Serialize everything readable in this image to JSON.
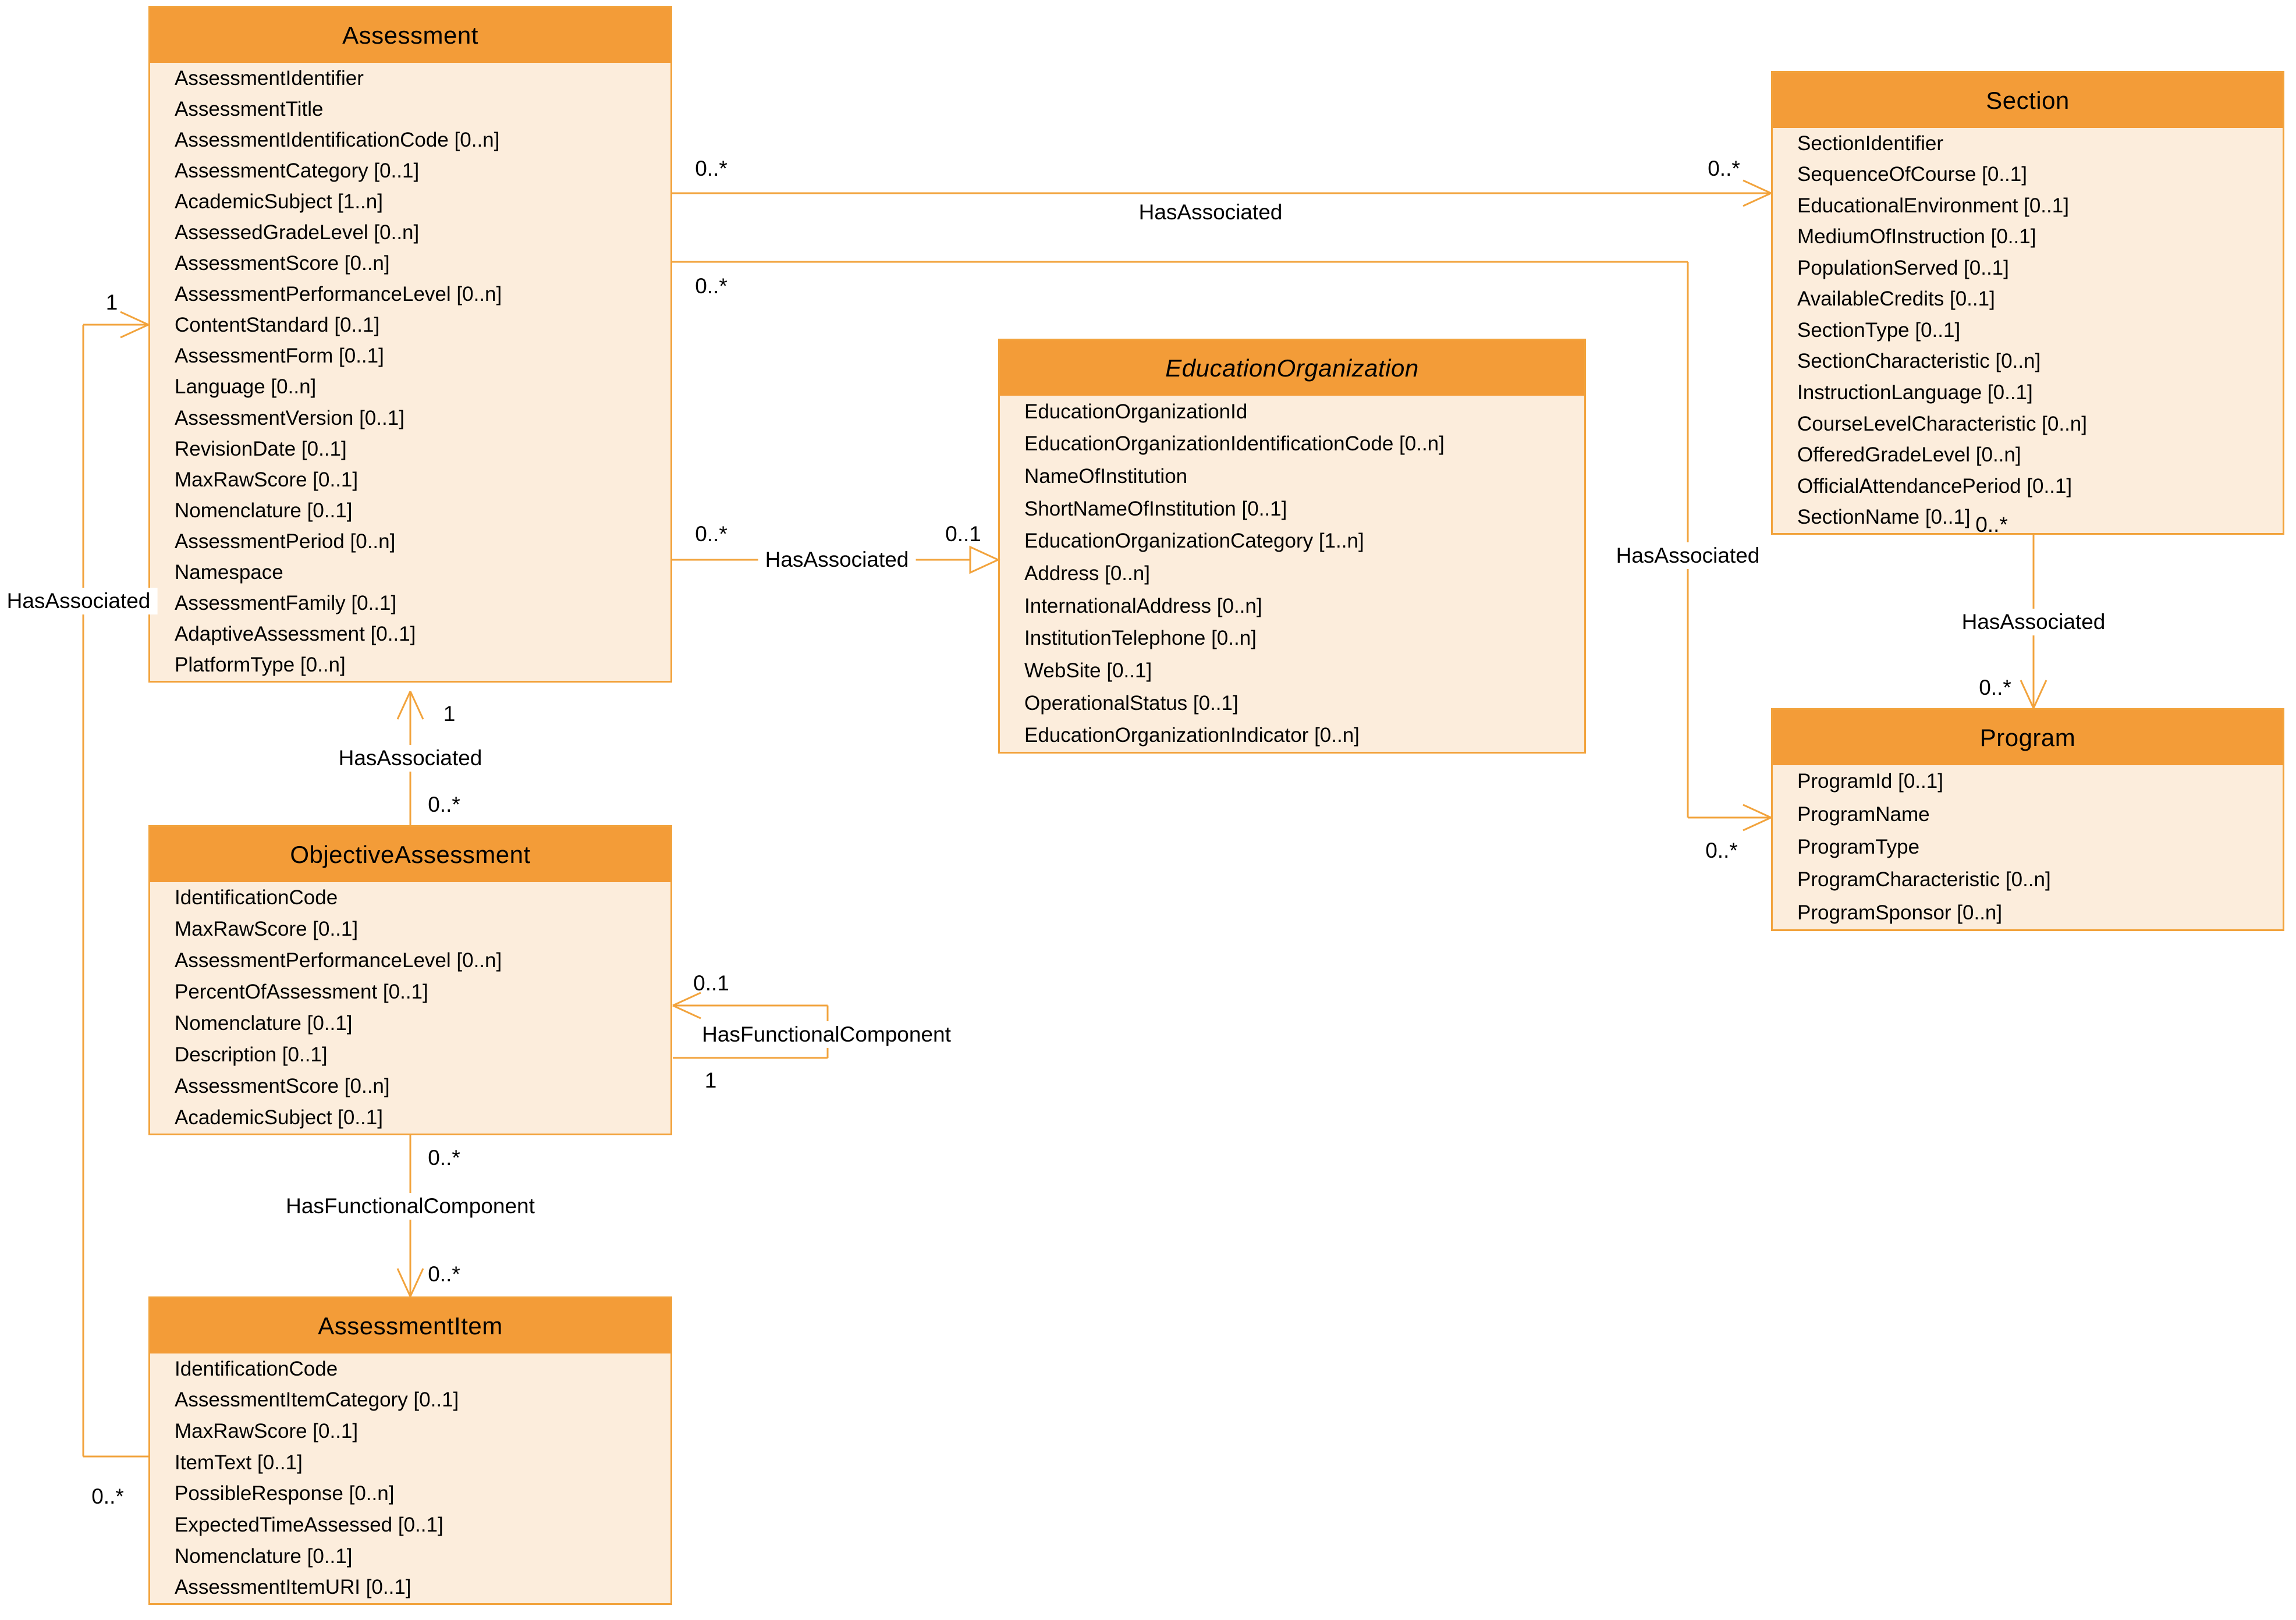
{
  "diagram": {
    "colors": {
      "header_fill": "#F39C38",
      "body_fill": "#FCEDDC",
      "line": "#F2A33C",
      "text": "#000000"
    },
    "entities": [
      {
        "id": "assessment",
        "title": "Assessment",
        "italic": false,
        "attributes": [
          "AssessmentIdentifier",
          "AssessmentTitle",
          "AssessmentIdentificationCode [0..n]",
          "AssessmentCategory [0..1]",
          "AcademicSubject [1..n]",
          "AssessedGradeLevel [0..n]",
          "AssessmentScore [0..n]",
          "AssessmentPerformanceLevel [0..n]",
          "ContentStandard [0..1]",
          "AssessmentForm [0..1]",
          "Language [0..n]",
          "AssessmentVersion [0..1]",
          "RevisionDate [0..1]",
          "MaxRawScore [0..1]",
          "Nomenclature [0..1]",
          "AssessmentPeriod [0..n]",
          "Namespace",
          "AssessmentFamily [0..1]",
          "AdaptiveAssessment [0..1]",
          "PlatformType [0..n]"
        ]
      },
      {
        "id": "section",
        "title": "Section",
        "italic": false,
        "attributes": [
          "SectionIdentifier",
          "SequenceOfCourse [0..1]",
          "EducationalEnvironment [0..1]",
          "MediumOfInstruction [0..1]",
          "PopulationServed [0..1]",
          "AvailableCredits [0..1]",
          "SectionType [0..1]",
          "SectionCharacteristic [0..n]",
          "InstructionLanguage [0..1]",
          "CourseLevelCharacteristic [0..n]",
          "OfferedGradeLevel [0..n]",
          "OfficialAttendancePeriod [0..1]",
          "SectionName [0..1]"
        ]
      },
      {
        "id": "education-organization",
        "title": "EducationOrganization",
        "italic": true,
        "attributes": [
          "EducationOrganizationId",
          "EducationOrganizationIdentificationCode [0..n]",
          "NameOfInstitution",
          "ShortNameOfInstitution [0..1]",
          "EducationOrganizationCategory [1..n]",
          "Address [0..n]",
          "InternationalAddress [0..n]",
          "InstitutionTelephone [0..n]",
          "WebSite [0..1]",
          "OperationalStatus [0..1]",
          "EducationOrganizationIndicator [0..n]"
        ]
      },
      {
        "id": "objective-assessment",
        "title": "ObjectiveAssessment",
        "italic": false,
        "attributes": [
          "IdentificationCode",
          "MaxRawScore [0..1]",
          "AssessmentPerformanceLevel [0..n]",
          "PercentOfAssessment [0..1]",
          "Nomenclature [0..1]",
          "Description [0..1]",
          "AssessmentScore [0..n]",
          "AcademicSubject [0..1]"
        ]
      },
      {
        "id": "program",
        "title": "Program",
        "italic": false,
        "attributes": [
          "ProgramId [0..1]",
          "ProgramName",
          "ProgramType",
          "ProgramCharacteristic [0..n]",
          "ProgramSponsor [0..n]"
        ]
      },
      {
        "id": "assessment-item",
        "title": "AssessmentItem",
        "italic": false,
        "attributes": [
          "IdentificationCode",
          "AssessmentItemCategory [0..1]",
          "MaxRawScore [0..1]",
          "ItemText [0..1]",
          "PossibleResponse [0..n]",
          "ExpectedTimeAssessed [0..1]",
          "Nomenclature [0..1]",
          "AssessmentItemURI [0..1]"
        ]
      }
    ],
    "connectors": [
      {
        "id": "assessment-section",
        "label": "HasAssociated",
        "source_mult": "0..*",
        "target_mult": "0..*"
      },
      {
        "id": "assessment-program",
        "label": "HasAssociated",
        "source_mult": "0..*",
        "target_mult": "0..*"
      },
      {
        "id": "assessment-educationorganization",
        "label": "HasAssociated",
        "source_mult": "0..*",
        "target_mult": "0..1"
      },
      {
        "id": "assessmentitem-assessment",
        "label": "HasAssociated",
        "source_mult": "0..*",
        "target_mult": "1"
      },
      {
        "id": "objectiveassessment-assessment",
        "label": "HasAssociated",
        "source_mult": "0..*",
        "target_mult": "1"
      },
      {
        "id": "objectiveassessment-self",
        "label": "HasFunctionalComponent",
        "source_mult": "1",
        "target_mult": "0..1"
      },
      {
        "id": "objectiveassessment-assessmentitem",
        "label": "HasFunctionalComponent",
        "source_mult": "0..*",
        "target_mult": "0..*"
      },
      {
        "id": "section-program",
        "label": "HasAssociated",
        "source_mult": "0..*",
        "target_mult": "0..*"
      }
    ]
  }
}
